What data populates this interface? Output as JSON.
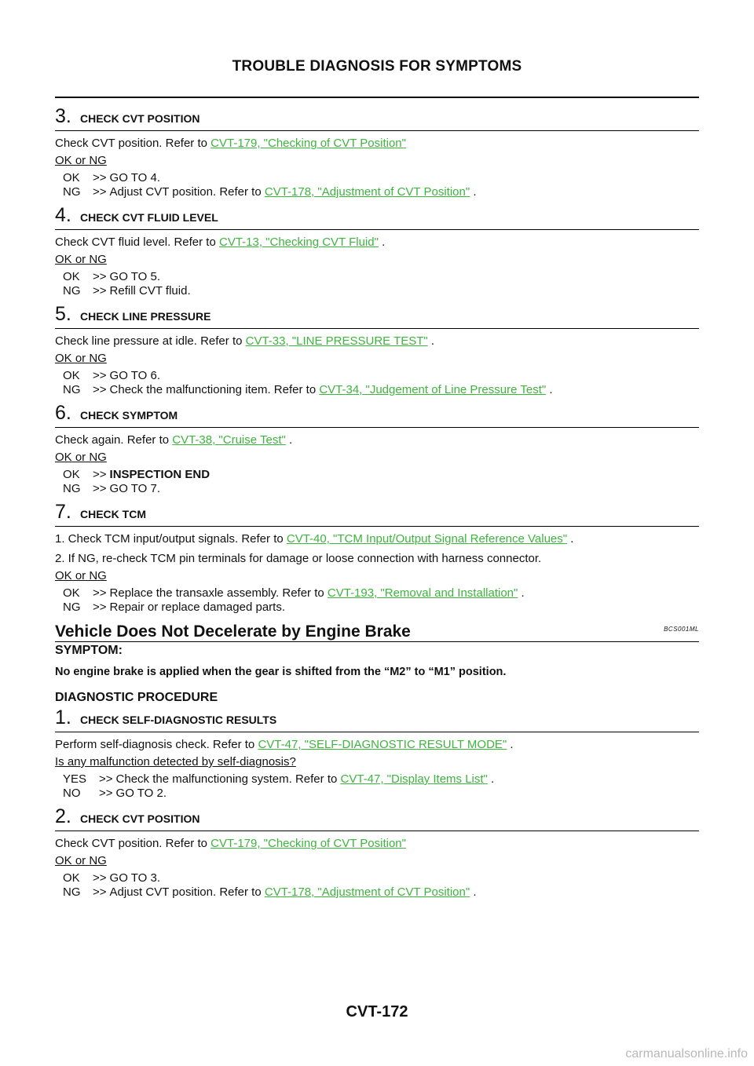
{
  "header": {
    "title": "TROUBLE DIAGNOSIS FOR SYMPTOMS"
  },
  "footer": {
    "page": "CVT-172"
  },
  "watermark": "carmanualsonline.info",
  "steps_top": [
    {
      "num": "3.",
      "title": "CHECK CVT POSITION",
      "lines": [
        {
          "pre": "Check CVT position. Refer to ",
          "link": "CVT-179, \"Checking of CVT Position\"",
          "post": ""
        }
      ],
      "question": "OK or NG",
      "answers": [
        {
          "k": "OK",
          "pre": "GO TO 4.",
          "link": "",
          "post": ""
        },
        {
          "k": "NG",
          "pre": "Adjust CVT position. Refer to ",
          "link": "CVT-178, \"Adjustment of CVT Position\"",
          "post": " ."
        }
      ]
    },
    {
      "num": "4.",
      "title": "CHECK CVT FLUID LEVEL",
      "lines": [
        {
          "pre": "Check CVT fluid level. Refer to ",
          "link": "CVT-13, \"Checking CVT Fluid\"",
          "post": " ."
        }
      ],
      "question": "OK or NG",
      "answers": [
        {
          "k": "OK",
          "pre": "GO TO 5.",
          "link": "",
          "post": ""
        },
        {
          "k": "NG",
          "pre": "Refill CVT fluid.",
          "link": "",
          "post": ""
        }
      ]
    },
    {
      "num": "5.",
      "title": "CHECK LINE PRESSURE",
      "lines": [
        {
          "pre": "Check line pressure at idle. Refer to ",
          "link": "CVT-33, \"LINE PRESSURE TEST\"",
          "post": " ."
        }
      ],
      "question": "OK or NG",
      "answers": [
        {
          "k": "OK",
          "pre": "GO TO 6.",
          "link": "",
          "post": ""
        },
        {
          "k": "NG",
          "pre": "Check the malfunctioning item. Refer to ",
          "link": "CVT-34, \"Judgement of Line Pressure Test\"",
          "post": " ."
        }
      ]
    },
    {
      "num": "6.",
      "title": "CHECK SYMPTOM",
      "lines": [
        {
          "pre": "Check again. Refer to ",
          "link": "CVT-38, \"Cruise Test\"",
          "post": " ."
        }
      ],
      "question": "OK or NG",
      "answers": [
        {
          "k": "OK",
          "pre": "",
          "bold": "INSPECTION END",
          "link": "",
          "post": ""
        },
        {
          "k": "NG",
          "pre": "GO TO 7.",
          "link": "",
          "post": ""
        }
      ]
    },
    {
      "num": "7.",
      "title": "CHECK TCM",
      "lines": [
        {
          "pre": "1.   Check TCM input/output signals. Refer to ",
          "link": "CVT-40, \"TCM Input/Output Signal Reference Values\"",
          "post": " ."
        },
        {
          "pre": "2.   If NG, re-check TCM pin terminals for damage or loose connection with harness connector.",
          "link": "",
          "post": ""
        }
      ],
      "question": "OK or NG",
      "answers": [
        {
          "k": "OK",
          "pre": "Replace the transaxle assembly. Refer to ",
          "link": "CVT-193, \"Removal and Installation\"",
          "post": " ."
        },
        {
          "k": "NG",
          "pre": "Repair or replace damaged parts.",
          "link": "",
          "post": ""
        }
      ]
    }
  ],
  "section": {
    "title": "Vehicle Does Not Decelerate by Engine Brake",
    "code": "BCS001ML",
    "symptom_label": "SYMPTOM:",
    "symptom_text": "No engine brake is applied when the gear is shifted from the “M2” to “M1” position.",
    "diag_label": "DIAGNOSTIC PROCEDURE"
  },
  "steps_bottom": [
    {
      "num": "1.",
      "title": "CHECK SELF-DIAGNOSTIC RESULTS",
      "lines": [
        {
          "pre": "Perform self-diagnosis check. Refer to ",
          "link": "CVT-47, \"SELF-DIAGNOSTIC RESULT MODE\"",
          "post": " ."
        }
      ],
      "question": "Is any malfunction detected by self-diagnosis?",
      "yesno": true,
      "answers": [
        {
          "k": "YES",
          "pre": "Check the malfunctioning system. Refer to ",
          "link": "CVT-47, \"Display Items List\"",
          "post": " ."
        },
        {
          "k": "NO",
          "pre": "GO TO 2.",
          "link": "",
          "post": ""
        }
      ]
    },
    {
      "num": "2.",
      "title": "CHECK CVT POSITION",
      "lines": [
        {
          "pre": "Check CVT position. Refer to ",
          "link": "CVT-179, \"Checking of CVT Position\"",
          "post": ""
        }
      ],
      "question": "OK or NG",
      "answers": [
        {
          "k": "OK",
          "pre": "GO TO 3.",
          "link": "",
          "post": ""
        },
        {
          "k": "NG",
          "pre": "Adjust CVT position. Refer to ",
          "link": "CVT-178, \"Adjustment of CVT Position\"",
          "post": " ."
        }
      ]
    }
  ],
  "arrow": ">>"
}
